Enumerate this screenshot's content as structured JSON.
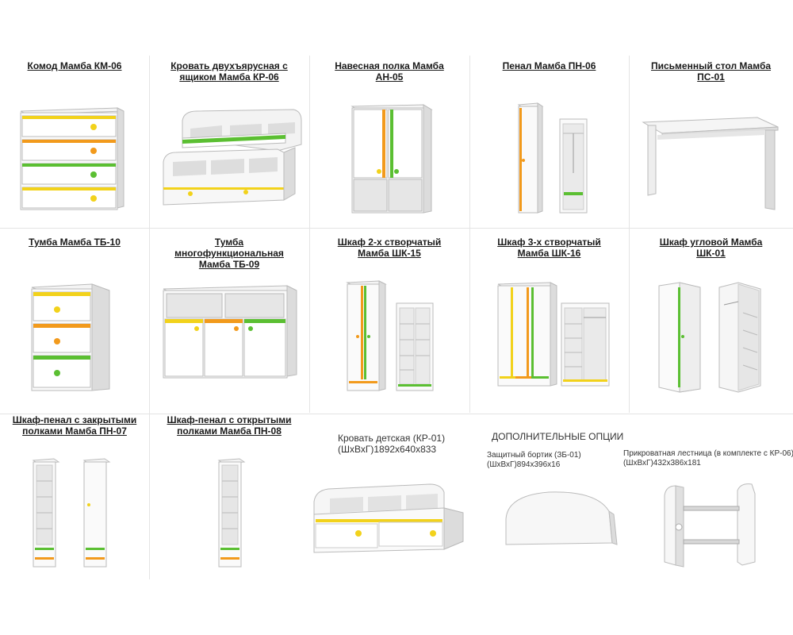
{
  "colors": {
    "yellow": "#f2d21b",
    "orange": "#f29a1c",
    "green": "#5bbf32",
    "white": "#ffffff",
    "panel": "#f0f0f0",
    "shade": "#d8d8d8",
    "edge": "#b5b5b5"
  },
  "products": [
    {
      "id": "km06",
      "title": "Комод Мамба КМ-06"
    },
    {
      "id": "kr06",
      "title_1": "Кровать двухъярусная с",
      "title_2": "ящиком Мамба КР-06"
    },
    {
      "id": "an05",
      "title_1": "Навесная полка Мамба",
      "title_2": "АН-05"
    },
    {
      "id": "pn06",
      "title": "Пенал Мамба ПН-06"
    },
    {
      "id": "ps01",
      "title_1": "Письменный стол Мамба",
      "title_2": "ПС-01"
    },
    {
      "id": "tb10",
      "title": "Тумба Мамба ТБ-10"
    },
    {
      "id": "tb09",
      "title_1": "Тумба",
      "title_2": "многофункциональная",
      "title_3": "Мамба ТБ-09"
    },
    {
      "id": "shk15",
      "title_1": "Шкаф 2-х створчатый",
      "title_2": "Мамба ШК-15"
    },
    {
      "id": "shk16",
      "title_1": "Шкаф 3-х створчатый",
      "title_2": "Мамба ШК-16"
    },
    {
      "id": "shk01",
      "title_1": "Шкаф угловой Мамба",
      "title_2": "ШК-01"
    },
    {
      "id": "pn07",
      "title_1": "Шкаф-пенал с закрытыми",
      "title_2": "полками Мамба ПН-07"
    },
    {
      "id": "pn08",
      "title_1": "Шкаф-пенал с открытыми",
      "title_2": "полками Мамба ПН-08"
    }
  ],
  "kr01": {
    "line_1": "Кровать детская (КР-01)",
    "line_2": "(ШхВхГ)1892х640х833"
  },
  "options": {
    "heading": "ДОПОЛНИТЕЛЬНЫЕ ОПЦИИ",
    "zb01_line_1": "Защитный бортик (ЗБ-01)",
    "zb01_line_2": "(ШхВхГ)894х396х16",
    "ladder_line_1": "Прикроватная лестница (в комплекте с КР-06)",
    "ladder_line_2": "(ШхВхГ)432х386х181"
  }
}
